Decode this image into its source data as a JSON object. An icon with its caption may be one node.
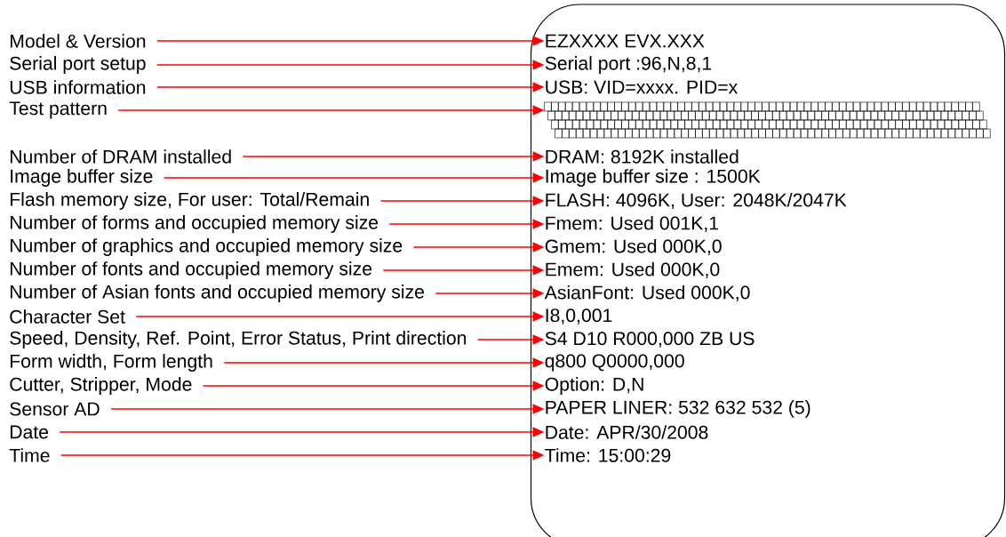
{
  "diagram": {
    "nodes": [
      {
        "text": [],
        "shape": "box"
      },
      {
        "text": [
          "Model & Version"
        ]
      },
      {
        "text": [
          "EZXXXX EVX.XXX"
        ],
        "in": 0
      },
      {
        "text": [
          "Serial port setup"
        ]
      },
      {
        "text": [
          "Serial port :96,N,8,1"
        ],
        "in": 0
      },
      {
        "text": [
          "USB information"
        ]
      },
      {
        "text": [
          "USB: VID=xxxx. PID=x"
        ],
        "in": 0
      },
      {
        "text": [
          "Test pattern"
        ]
      },
      {
        "text": [],
        "shape": "picture",
        "in": 0
      },
      {
        "text": [
          "Number of DRAM installed"
        ]
      },
      {
        "text": [
          "DRAM: 8192K installed"
        ],
        "in": 0
      },
      {
        "text": [
          "Image buffer size"
        ]
      },
      {
        "text": [
          "Image buffer size : 1500K"
        ],
        "in": 0
      },
      {
        "text": [
          "Flash memory size, For user: Total/Remain"
        ]
      },
      {
        "text": [
          "FLASH: 4096K, User: 2048K/2047K"
        ],
        "in": 0
      },
      {
        "text": [
          "Number of forms and occupied memory size"
        ]
      },
      {
        "text": [
          "Fmem: Used 001K,1"
        ],
        "in": 0
      },
      {
        "text": [
          "Number of graphics and occupied memory size"
        ]
      },
      {
        "text": [
          "Gmem: Used 000K,0"
        ],
        "in": 0
      },
      {
        "text": [
          "Number of fonts and occupied memory size"
        ]
      },
      {
        "text": [
          "Emem: Used 000K,0"
        ],
        "in": 0
      },
      {
        "text": [
          "Number of Asian fonts and occupied memory size"
        ]
      },
      {
        "text": [
          "AsianFont: Used 000K,0"
        ],
        "in": 0
      },
      {
        "text": [
          "Character Set"
        ]
      },
      {
        "text": [
          "I8,0,001"
        ],
        "in": 0
      },
      {
        "text": [
          "Speed, Density, Ref. Point, Error Status, Print direction"
        ]
      },
      {
        "text": [
          "S4 D10 R000,000 ZB US"
        ],
        "in": 0
      },
      {
        "text": [
          "Form width, Form length"
        ]
      },
      {
        "text": [
          "q800 Q0000,000"
        ],
        "in": 0
      },
      {
        "text": [
          "Cutter, Stripper, Mode"
        ]
      },
      {
        "text": [
          "Option: D,N"
        ],
        "in": 0
      },
      {
        "text": [
          "Sensor AD"
        ]
      },
      {
        "text": [
          "PAPER LINER: 532 632 532 (5)"
        ],
        "in": 0
      },
      {
        "text": [
          "Date"
        ]
      },
      {
        "text": [
          "Date: APR/30/2008"
        ],
        "in": 0
      },
      {
        "text": [
          "Time"
        ]
      },
      {
        "text": [
          "Time: 15:00:29"
        ],
        "in": 0
      }
    ],
    "edges": [
      {
        "from": 1,
        "to": 2,
        "arrow": "to"
      },
      {
        "from": 3,
        "to": 4,
        "arrow": "to"
      },
      {
        "from": 5,
        "to": 6,
        "arrow": "to"
      },
      {
        "from": 7,
        "to": 8,
        "arrow": "to"
      },
      {
        "from": 9,
        "to": 10,
        "arrow": "to"
      },
      {
        "from": 11,
        "to": 12,
        "arrow": "to"
      },
      {
        "from": 13,
        "to": 14,
        "arrow": "to"
      },
      {
        "from": 15,
        "to": 16,
        "arrow": "to"
      },
      {
        "from": 17,
        "to": 18,
        "arrow": "to"
      },
      {
        "from": 19,
        "to": 20,
        "arrow": "to"
      },
      {
        "from": 21,
        "to": 22,
        "arrow": "to"
      },
      {
        "from": 23,
        "to": 24,
        "arrow": "to"
      },
      {
        "from": 25,
        "to": 26,
        "arrow": "to"
      },
      {
        "from": 27,
        "to": 28,
        "arrow": "to"
      },
      {
        "from": 29,
        "to": 30,
        "arrow": "to"
      },
      {
        "from": 31,
        "to": 32,
        "arrow": "to"
      },
      {
        "from": 33,
        "to": 34,
        "arrow": "to"
      },
      {
        "from": 35,
        "to": 36,
        "arrow": "to"
      }
    ]
  }
}
